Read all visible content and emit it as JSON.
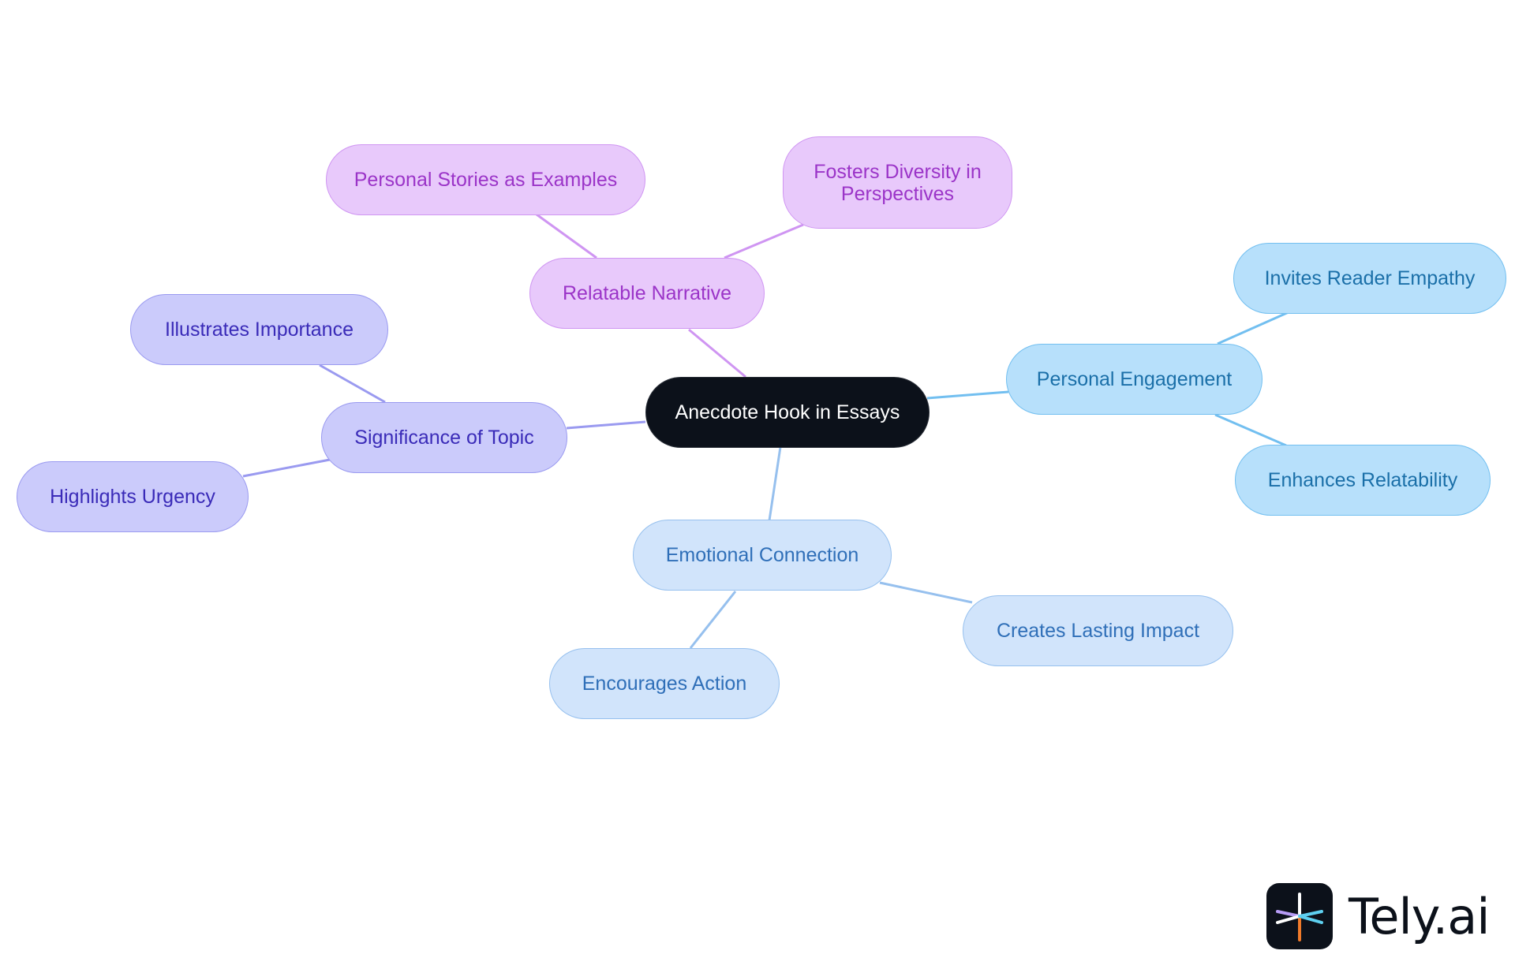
{
  "diagram": {
    "center": "Anecdote Hook in Essays",
    "branches": {
      "relatable_narrative": {
        "label": "Relatable Narrative",
        "children": [
          "Personal Stories as Examples",
          "Fosters Diversity in\nPerspectives"
        ]
      },
      "significance": {
        "label": "Significance of Topic",
        "children": [
          "Illustrates Importance",
          "Highlights Urgency"
        ]
      },
      "personal_engagement": {
        "label": "Personal Engagement",
        "children": [
          "Invites Reader Empathy",
          "Enhances Relatability"
        ]
      },
      "emotional_connection": {
        "label": "Emotional Connection",
        "children": [
          "Creates Lasting Impact",
          "Encourages Action"
        ]
      }
    }
  },
  "colors": {
    "center": "#0c111a",
    "purple": "#cf95f2",
    "indigo": "#9a9af0",
    "sky": "#72bff0",
    "pale": "#96c0ee"
  },
  "branding": {
    "logo_text": "Tely.ai"
  }
}
